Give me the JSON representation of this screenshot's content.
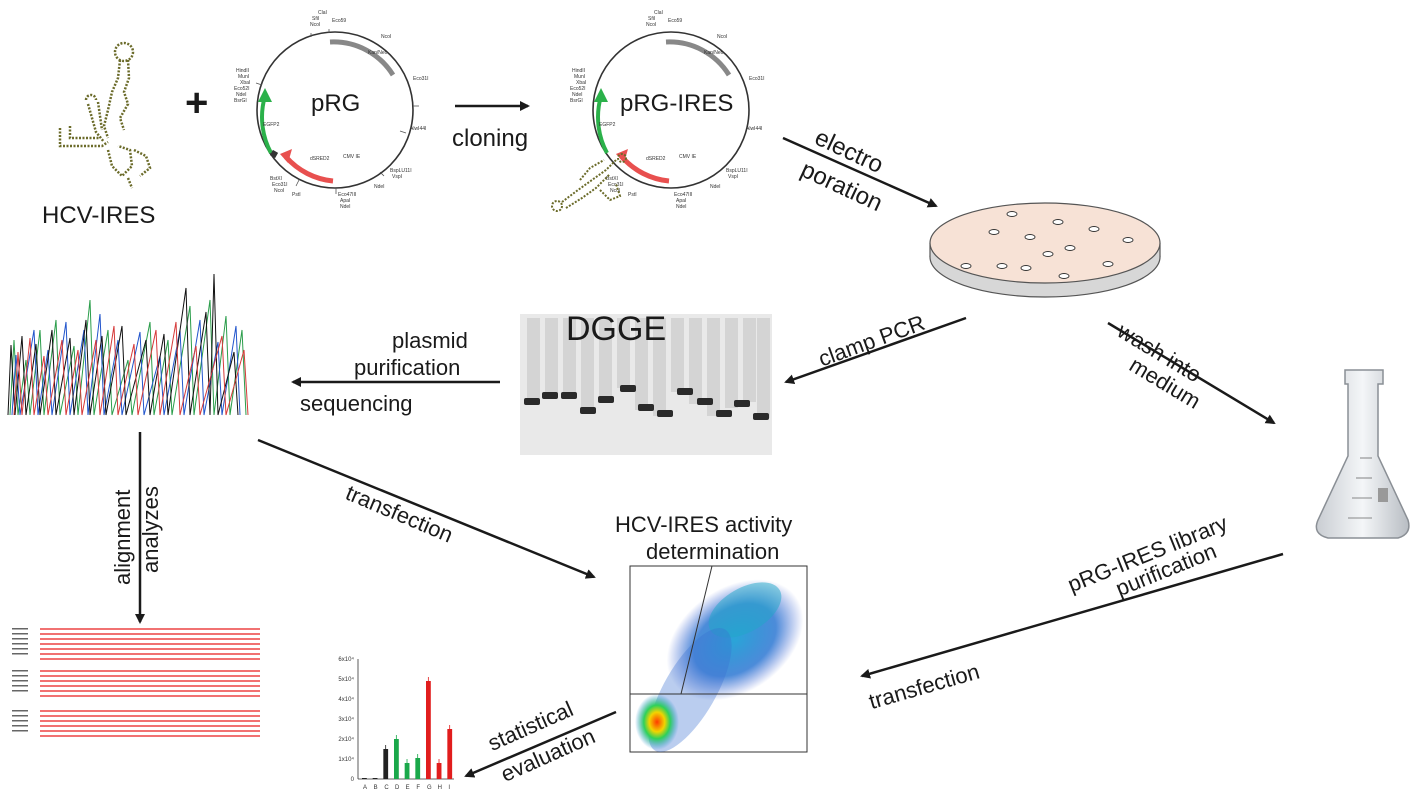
{
  "labels": {
    "hcv_ires": "HCV-IRES",
    "plus": "+",
    "prg": "pRG",
    "prg_ires": "pRG-IRES",
    "cloning": "cloning",
    "electro": "electro",
    "poration": "poration",
    "dgge": "DGGE",
    "clamp_pcr": "clamp PCR",
    "wash_into": "wash into",
    "medium": "medium",
    "plasmid": "plasmid",
    "purification": "purification",
    "sequencing": "sequencing",
    "alignment": "alignment",
    "analyzes": "analyzes",
    "transfection_1": "transfection",
    "activity_1": "HCV-IRES activity",
    "activity_2": "determination",
    "library_1": "pRG-IRES library",
    "library_2": "purification",
    "transfection_2": "transfection",
    "statistical": "statistical",
    "evaluation": "evaluation"
  },
  "plasmid_features": {
    "egfp": "EGFP2",
    "dsred": "dSRED2",
    "cmv": "CMV IE",
    "kan": "Kan/Neo"
  },
  "bar_chart": {
    "categories": [
      "A",
      "B",
      "C",
      "D",
      "E",
      "F",
      "G",
      "H",
      "I"
    ],
    "y_ticks": [
      "0",
      "1x10⁴",
      "2x10⁴",
      "3x10⁴",
      "4x10⁴",
      "5x10⁴",
      "6x10⁴"
    ],
    "values": [
      0.05,
      0.05,
      1.5,
      2.0,
      0.8,
      1.05,
      4.9,
      0.8,
      2.5
    ],
    "colors": [
      "#222222",
      "#222222",
      "#222222",
      "#1aa84a",
      "#1aa84a",
      "#1aa84a",
      "#e11d1d",
      "#e11d1d",
      "#e11d1d"
    ],
    "ylim": [
      0,
      6
    ]
  },
  "colors": {
    "egfp_arrow": "#2bb14a",
    "dsred_arrow": "#e8504f",
    "dish": "#f7e2d6",
    "bar_red": "#e11d1d",
    "bar_green": "#1aa84a"
  }
}
